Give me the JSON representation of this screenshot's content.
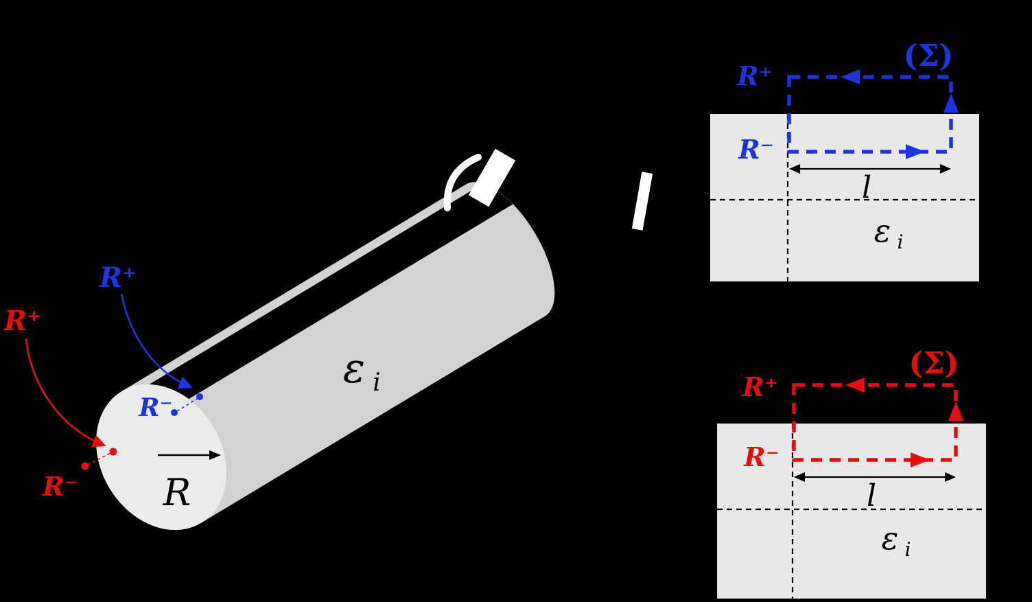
{
  "colors": {
    "background": "#000000",
    "blue": "#1b33e0",
    "red": "#e60d0d",
    "cylinder_side": "#d2d2d2",
    "cylinder_face": "#ebebeb",
    "stripe": "#000000",
    "slab": "#e8e8e8",
    "black": "#000000",
    "white": "#ffffff"
  },
  "cylinder": {
    "radius_label": "R",
    "epsilon": {
      "symbol": "ε",
      "sub": "i"
    },
    "red_pair": {
      "plus": "R⁺",
      "minus": "R⁻"
    },
    "blue_pair": {
      "plus": "R⁺",
      "minus": "R⁻"
    }
  },
  "inset_blue": {
    "plus": "R⁺",
    "minus": "R⁻",
    "contour": "(Σ)",
    "length": "l",
    "epsilon": {
      "symbol": "ε",
      "sub": "i"
    }
  },
  "inset_red": {
    "plus": "R⁺",
    "minus": "R⁻",
    "contour": "(Σ)",
    "length": "l",
    "epsilon": {
      "symbol": "ε",
      "sub": "i"
    }
  }
}
